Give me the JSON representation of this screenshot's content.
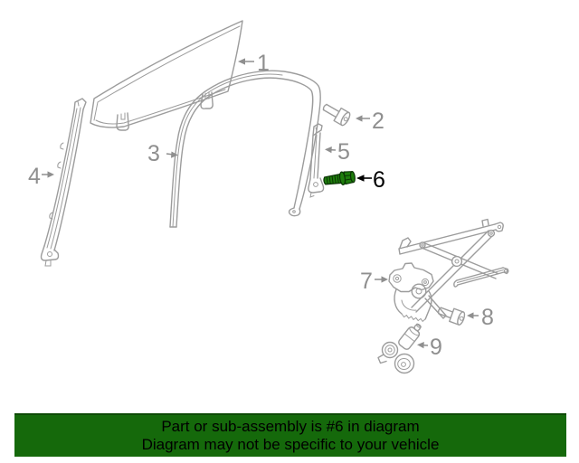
{
  "diagram": {
    "callouts": [
      {
        "number": "1",
        "highlighted": false
      },
      {
        "number": "2",
        "highlighted": false
      },
      {
        "number": "3",
        "highlighted": false
      },
      {
        "number": "4",
        "highlighted": false
      },
      {
        "number": "5",
        "highlighted": false
      },
      {
        "number": "6",
        "highlighted": true
      },
      {
        "number": "7",
        "highlighted": false
      },
      {
        "number": "8",
        "highlighted": false
      },
      {
        "number": "9",
        "highlighted": false
      }
    ],
    "highlighted_callout": "6",
    "colors": {
      "line_gray": "#9c9c9c",
      "callout_gray": "#8f8f8f",
      "callout_black": "#000000",
      "highlight_green": "#1e7d0c",
      "highlight_dark": "#0a3304"
    }
  },
  "banner": {
    "line1": "Part or sub-assembly is #6 in diagram",
    "line2": "Diagram may not be specific to your vehicle",
    "background": "#15690b",
    "text_color": "#000000"
  }
}
